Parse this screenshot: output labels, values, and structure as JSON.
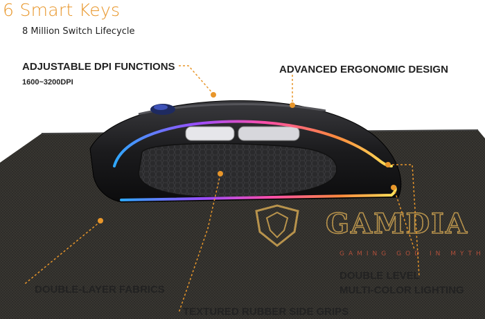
{
  "header": {
    "title": "6 Smart Keys",
    "subtitle": "8 Million Switch Lifecycle"
  },
  "features": {
    "dpi_title": "ADJUSTABLE DPI FUNCTIONS",
    "dpi_range": "1600~3200DPI",
    "ergonomic": "ADVANCED ERGONOMIC DESIGN",
    "fabrics": "DOUBLE-LAYER FABRICS",
    "lighting_line1": "DOUBLE LEVEL",
    "lighting_line2": "MULTI-COLOR LIGHTING",
    "grips": "TEXTURED RUBBER SIDE GRIPS"
  },
  "brand": {
    "logo_text": "GAMDIAS",
    "logo_sub": "GAMING GOD IN MYTH"
  },
  "colors": {
    "accent": "#e8962a",
    "pad": "#2b2a27",
    "mouse": "#1b1b1d",
    "gold": "#b8934c"
  }
}
